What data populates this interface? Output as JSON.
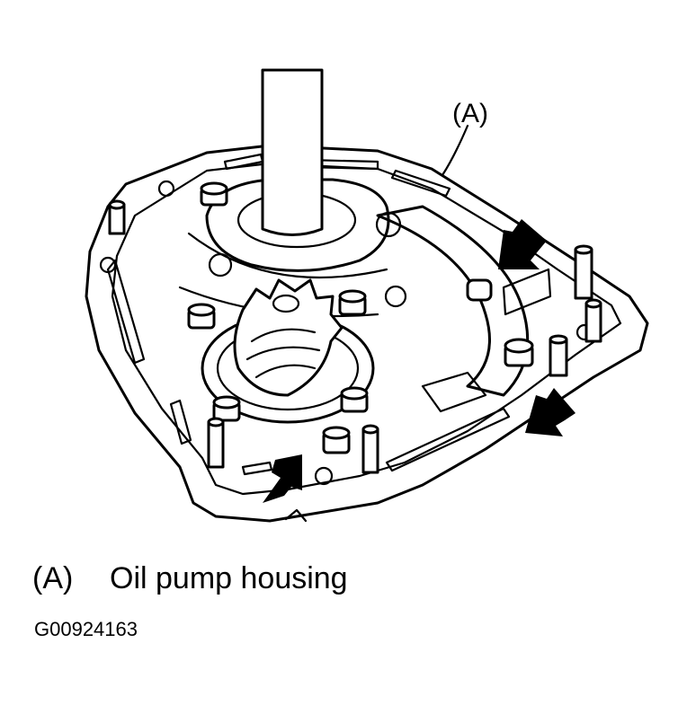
{
  "callout": {
    "label": "(A)"
  },
  "legend": {
    "key": "(A)",
    "text": "Oil pump housing"
  },
  "figure_id": "G00924163",
  "colors": {
    "ink": "#000000",
    "paper": "#ffffff"
  },
  "arrow_count": 3
}
